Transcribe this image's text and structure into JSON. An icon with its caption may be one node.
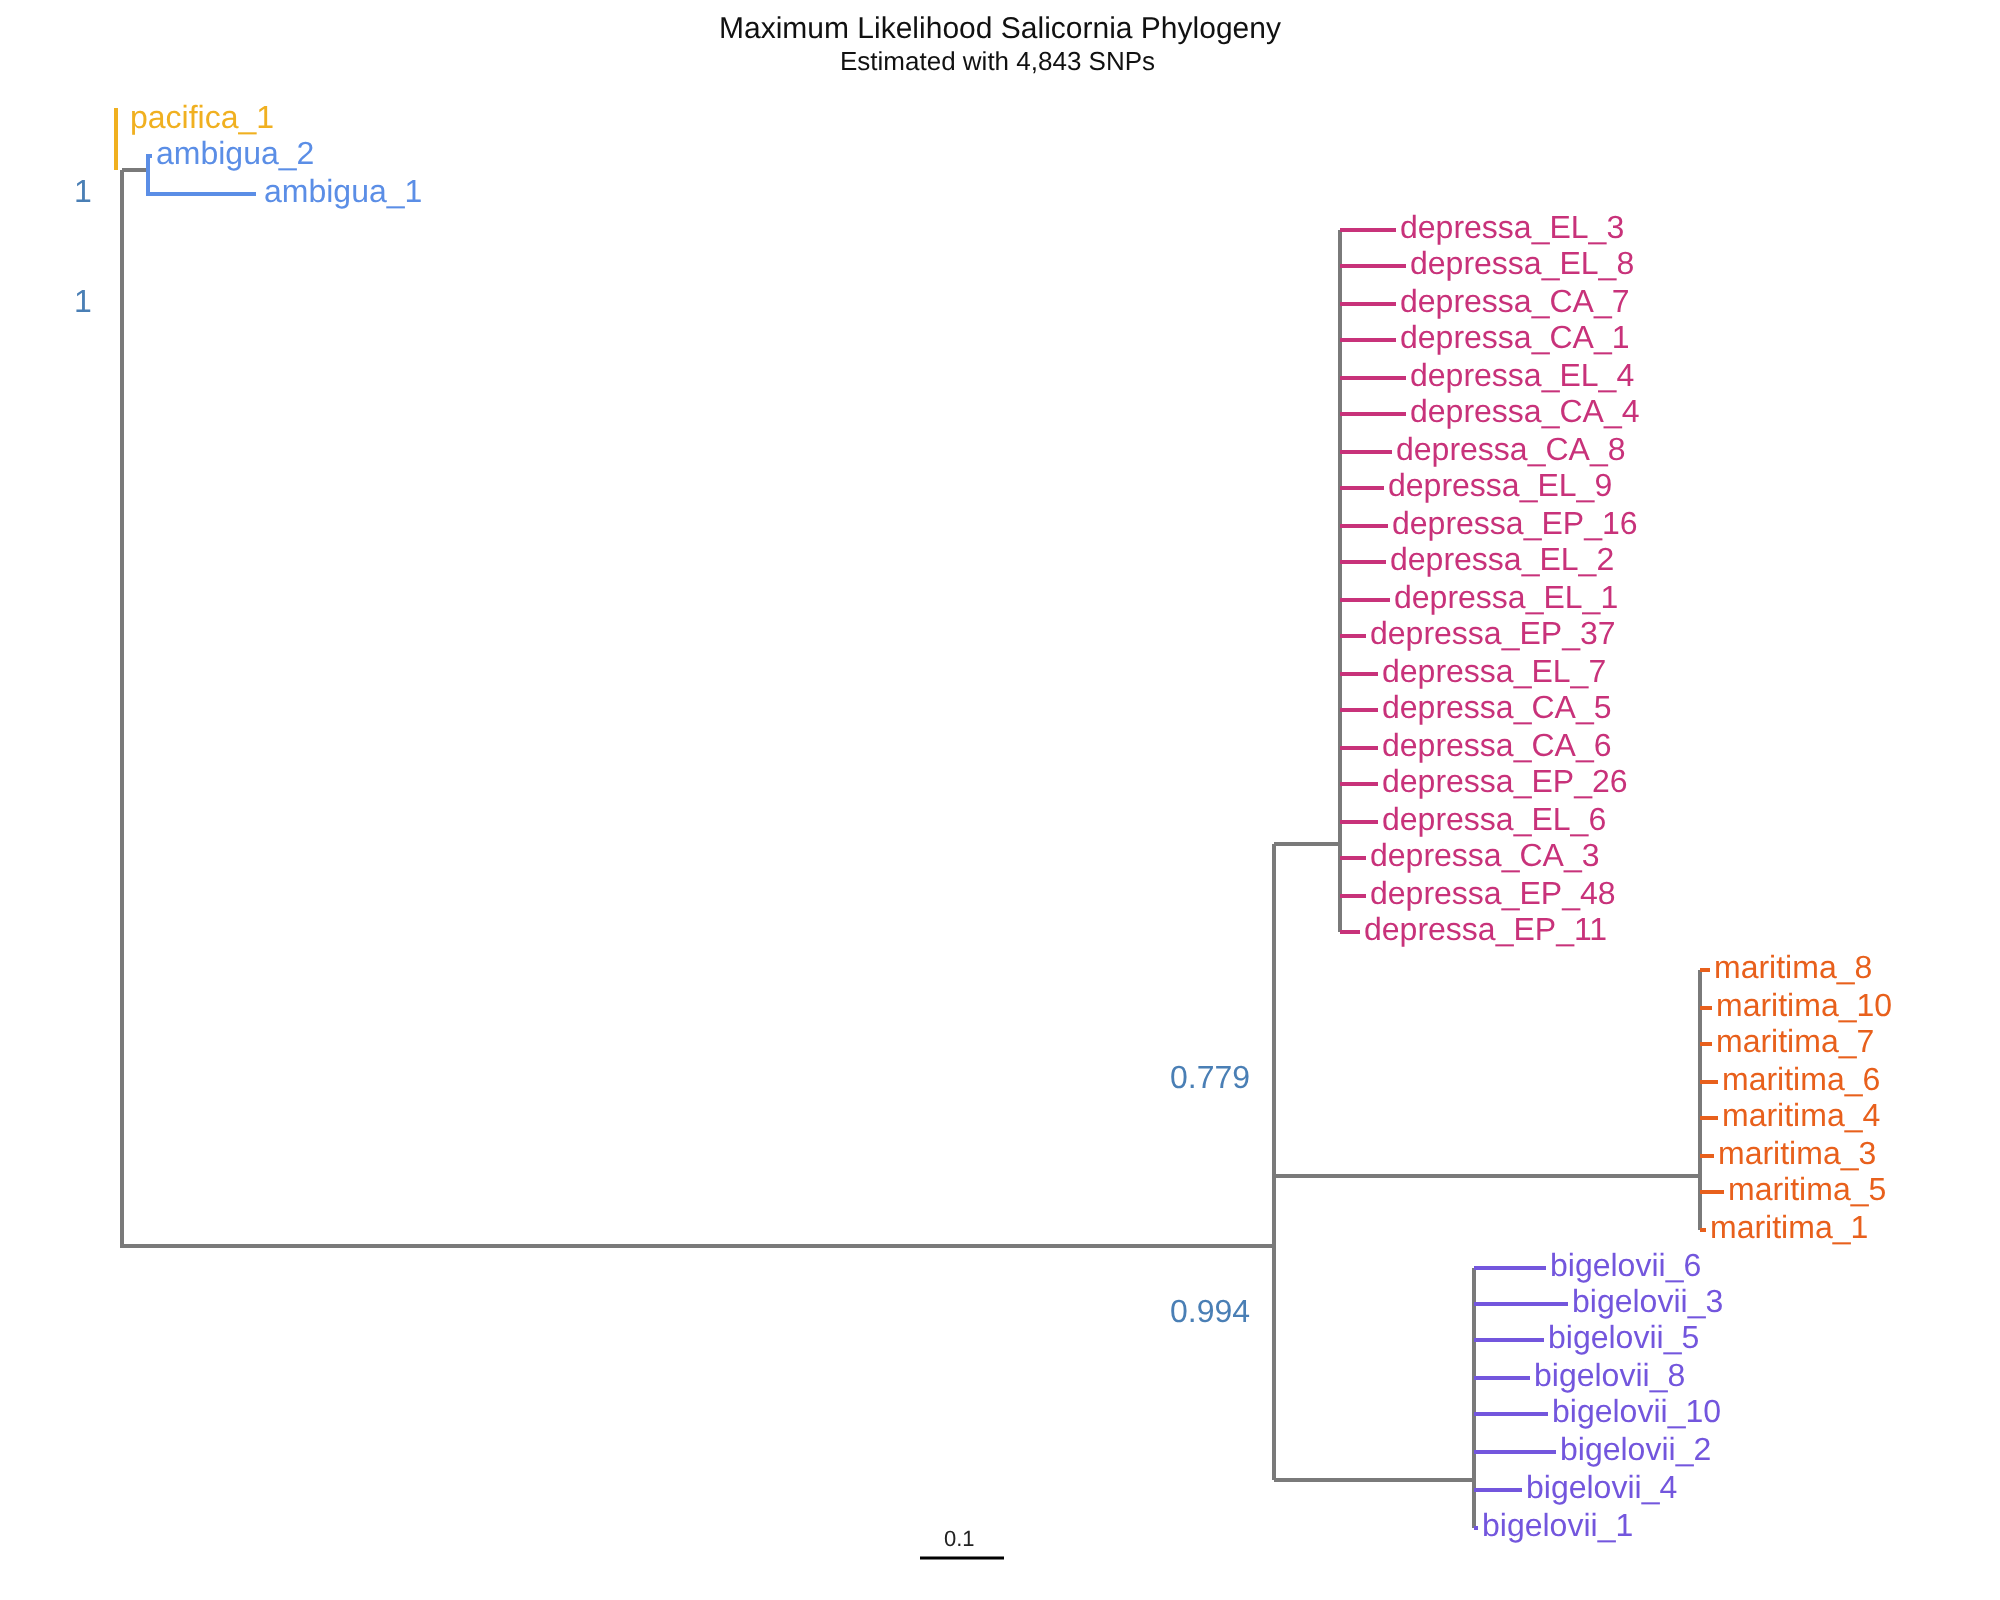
{
  "diagram": {
    "title": "Maximum Likelihood Salicornia Phylogeny",
    "labels": [
      "Estimated with 4,843 SNPs",
      "pacifica_1",
      "ambigua_2",
      "1",
      "ambigua_1",
      "1",
      "depressa_EL_3",
      "depressa_EL_8",
      "depressa_CA_7",
      "depressa_CA_1",
      "depressa_EL_4",
      "depressa_CA_4",
      "depressa_CA_8",
      "depressa_EL_9",
      "depressa_EP_16",
      "depressa_EL_2",
      "depressa_EL_1",
      "depressa_EP_37",
      "depressa_EL_7",
      "depressa_CA_5",
      "depressa_CA_6",
      "depressa_EP_26",
      "depressa_EL_6",
      "depressa_CA_3",
      "depressa_EP_48",
      "depressa_EP_11",
      "maritima_8",
      "maritima_10",
      "maritima_7",
      "0.779",
      "maritima_6",
      "maritima_4",
      "maritima_3",
      "maritima_5",
      "maritima_1",
      "bigelovii_6",
      "bigelovii_3",
      "0.994",
      "bigelovii_5",
      "bigelovii_8",
      "bigelovii_10",
      "bigelovii_2",
      "bigelovii_4",
      "bigelovii_1",
      "0.1"
    ]
  }
}
